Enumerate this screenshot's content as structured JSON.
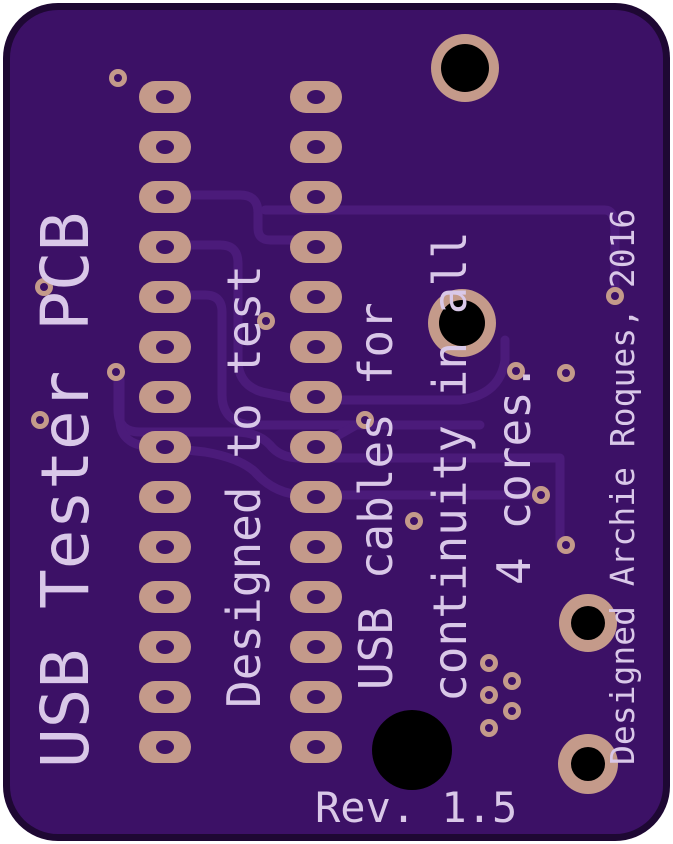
{
  "board": {
    "title": "USB Tester PCB",
    "description_line1": "Designed to test",
    "description_line2": "USB cables for",
    "description_line3": "continuity in all",
    "description_line4": "4 cores.",
    "credit": "Designed Archie Roques, 2016",
    "revision": "Rev. 1.5"
  },
  "colors": {
    "background": "#ffffff",
    "board_edge": "#1e0833",
    "board_fill": "#3c1166",
    "trace": "#4a1a78",
    "copper": "#c49a8a",
    "hole": "#000000",
    "silkscreen": "#d9c8e8"
  },
  "pads": {
    "left_column_count": 14,
    "right_column_count": 14
  }
}
